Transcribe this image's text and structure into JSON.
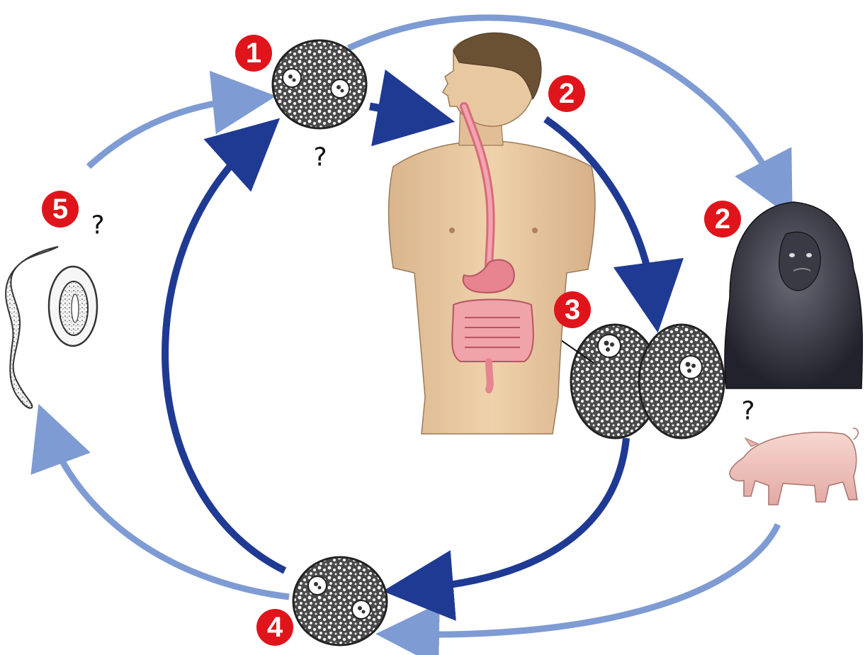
{
  "colors": {
    "main_cycle_arrow": "#1f3a93",
    "alt_cycle_arrow": "#7e9bd3",
    "step_badge": "#e0141b",
    "cyst_fill": "#5a5a5a",
    "skin": "#e8c8a0",
    "gut": "#e8848f",
    "gorilla": "#2a2a35",
    "pig": "#f2c6c0"
  },
  "steps": {
    "s1": "1",
    "s2_human": "2",
    "s2_animal": "2",
    "s3": "3",
    "s4": "4",
    "s5": "5"
  },
  "question_marks": {
    "cyst_top": "?",
    "free_forms": "?",
    "animal_hosts": "?"
  },
  "icons": {
    "cyst_top": "cyst-icon",
    "human": "human-digestive-system-icon",
    "dividing_cyst": "dividing-cyst-icon",
    "gorilla": "gorilla-icon",
    "pig": "pig-icon",
    "cyst_bottom": "cyst-icon",
    "free_forms": "free-living-forms-icon"
  }
}
